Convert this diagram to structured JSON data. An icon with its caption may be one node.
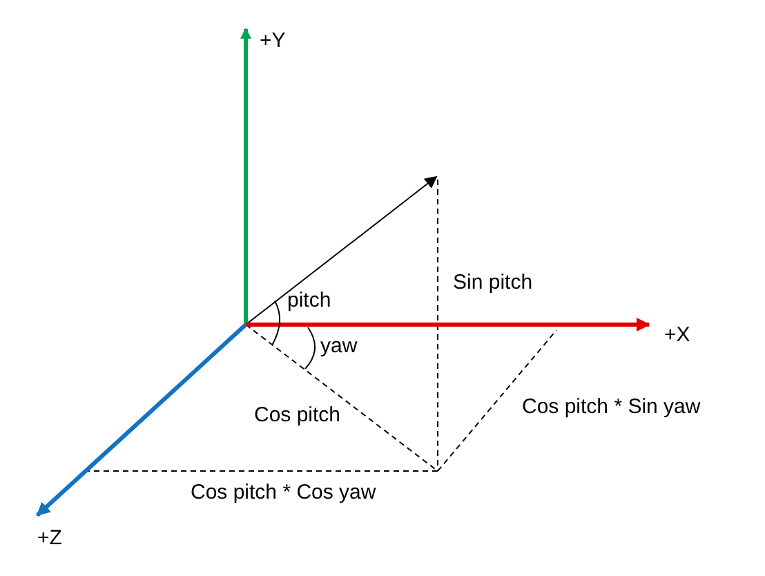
{
  "diagram": {
    "labels": [
      "+Y",
      "Sin pitch",
      "pitch",
      "+X",
      "yaw",
      "Cos pitch",
      "Cos pitch * Sin yaw",
      "Cos pitch * Cos yaw",
      "+Z"
    ]
  }
}
